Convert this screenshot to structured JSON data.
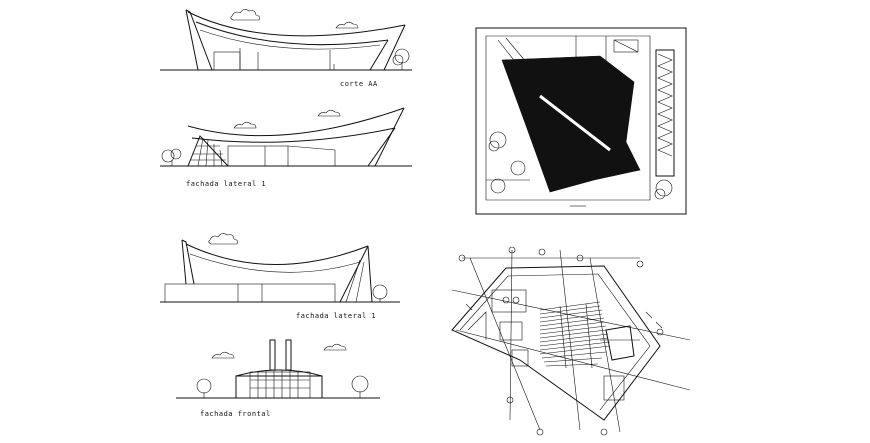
{
  "labels": {
    "corte": "corte AA",
    "fachada_lateral_1": "fachada lateral 1",
    "fachada_lateral_2": "fachada lateral 1",
    "fachada_frontal": "fachada frontal"
  }
}
